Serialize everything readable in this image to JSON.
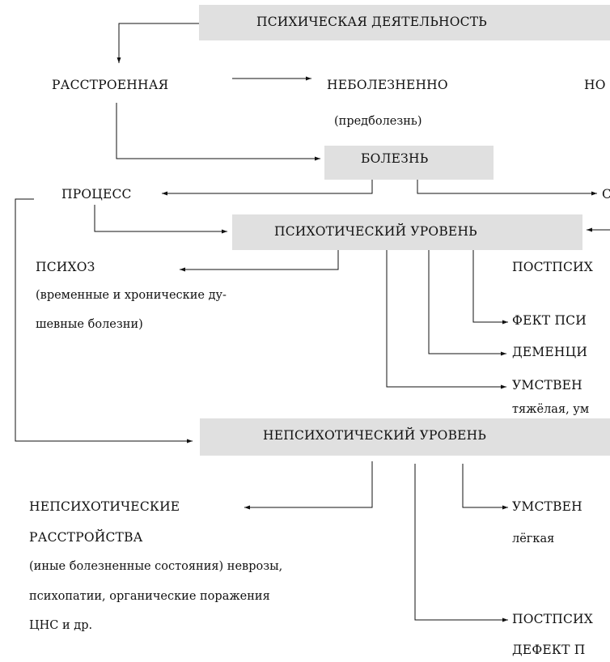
{
  "boxes": {
    "psych_activity": "ПСИХИЧЕСКАЯ ДЕЯТЕЛЬНОСТЬ",
    "illness": "БОЛЕЗНЬ",
    "psychotic_level": "ПСИХОТИЧЕСКИЙ УРОВЕНЬ",
    "nonpsychotic_level": "НЕПСИХОТИЧЕСКИЙ УРОВЕНЬ"
  },
  "labels": {
    "disordered": "РАССТРОЕННАЯ",
    "non_morbid": "НЕБОЛЕЗНЕННО",
    "pre_illness": "(предболезнь)",
    "norm_fragment": "НО",
    "process": "ПРОЦЕСС",
    "right_o_fragment": "С",
    "psychosis": "ПСИХОЗ",
    "psychosis_note_1": "(временные и хронические ду-",
    "psychosis_note_2": "шевные болезни)",
    "postpsych_1": "ПОСТПСИХ",
    "defect_psych": "ФЕКТ ПСИ",
    "dementia": "ДЕМЕНЦИ",
    "mental_retard_1": "УМСТВЕН",
    "retard_severity_1": "тяжёлая, ум",
    "nonpsych_disorders_1": "НЕПСИХОТИЧЕСКИЕ",
    "nonpsych_disorders_2": "РАССТРОЙСТВА",
    "nonpsych_note_1": "(иные болезненные состояния) неврозы,",
    "nonpsych_note_2": "психопатии, органические поражения",
    "nonpsych_note_3": "ЦНС и др.",
    "mental_retard_2": "УМСТВЕН",
    "retard_severity_2": "лёгкая",
    "postpsych_2": "ПОСТПСИХ",
    "defect_2": "ДЕФЕКТ  П"
  },
  "colors": {
    "box_fill": "#e0e0e0",
    "line": "#111111"
  }
}
